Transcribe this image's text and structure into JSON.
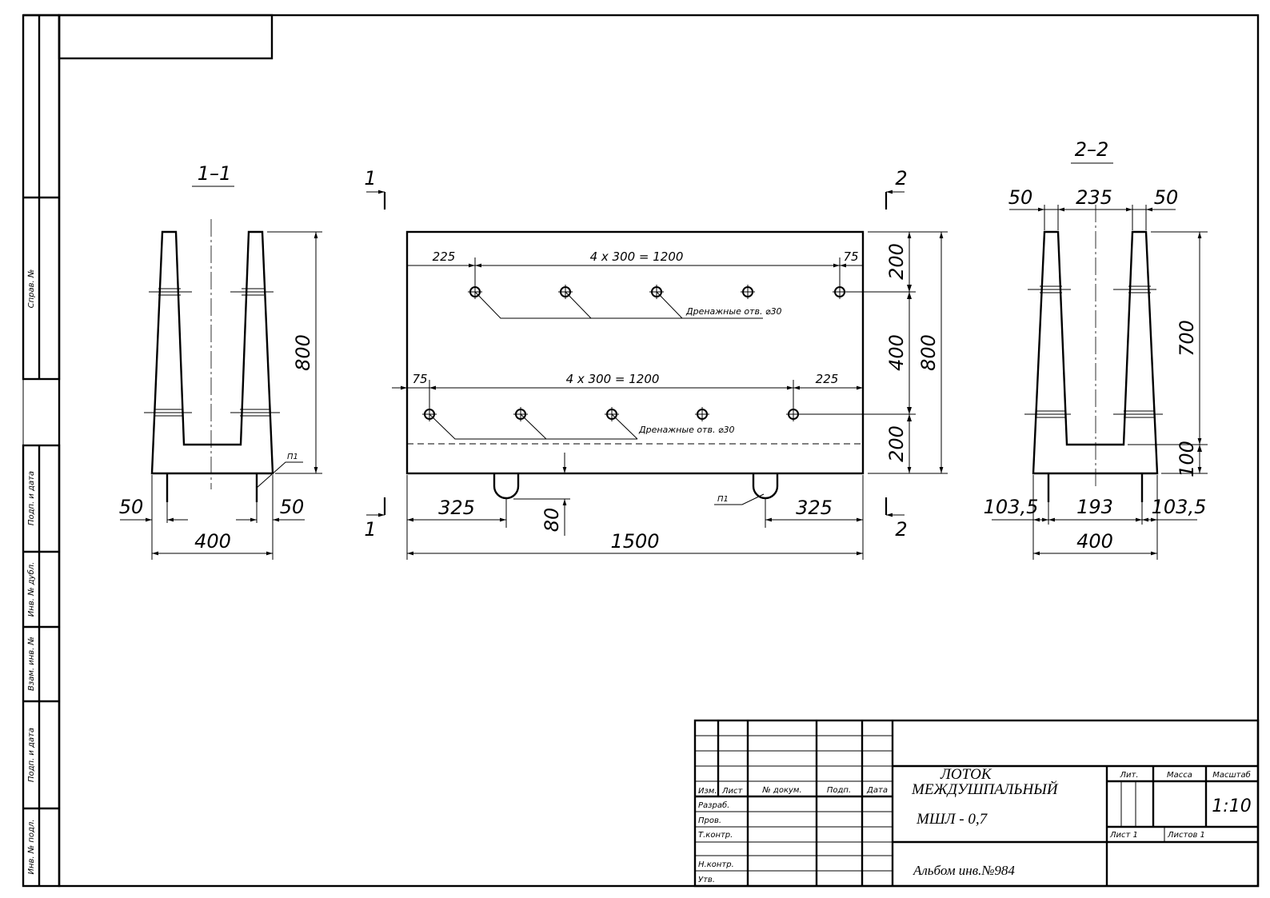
{
  "views": {
    "section_1": {
      "title": "1–1",
      "height_dim": "800",
      "left_dim": "50",
      "right_dim": "50",
      "width_dim": "400",
      "leader_label": "П1"
    },
    "plan": {
      "cut_mark_left_top": "1",
      "cut_mark_left_bottom": "1",
      "cut_mark_right_top": "2",
      "cut_mark_right_bottom": "2",
      "upper_row": {
        "left_dim": "225",
        "spacing_dim": "4 x 300 = 1200",
        "right_dim": "75",
        "note": "Дренажные отв. ⌀30"
      },
      "lower_row": {
        "left_dim": "75",
        "spacing_dim": "4 x 300 = 1200",
        "right_dim": "225",
        "note": "Дренажные отв. ⌀30"
      },
      "right_dims": {
        "top": "200",
        "middle": "400",
        "bottom": "200",
        "total": "800"
      },
      "bottom_dims": {
        "left": "325",
        "right": "325",
        "total": "1500",
        "depth": "80"
      },
      "leader_label": "П1"
    },
    "section_2": {
      "title": "2–2",
      "top_dims": {
        "left": "50",
        "middle": "235",
        "right": "50"
      },
      "height_dim": "700",
      "base_dim": "100",
      "bottom_dims": {
        "left": "103,5",
        "middle": "193",
        "right": "103,5"
      },
      "width_dim": "400"
    }
  },
  "side_stamp": {
    "labels": [
      "Справ. №",
      "Подп. и дата",
      "Инв. № дубл.",
      "Взам. инв. №",
      "Подп. и дата",
      "Инв. № подл."
    ]
  },
  "title_block": {
    "columns": [
      "Изм.",
      "Лист",
      "№ докум.",
      "Подп.",
      "Дата"
    ],
    "rows": [
      "Разраб.",
      "Пров.",
      "Т.контр.",
      "Н.контр.",
      "Утв."
    ],
    "title_line1": "ЛОТОК",
    "title_line2": "МЕЖДУШПАЛЬНЫЙ",
    "title_line3": "МШЛ - 0,7",
    "lit_label": "Лит.",
    "mass_label": "Масса",
    "scale_label": "Масштаб",
    "scale_value": "1:10",
    "sheet_label": "Лист 1",
    "sheets_label": "Листов 1",
    "album": "Альбом инв.№984"
  }
}
